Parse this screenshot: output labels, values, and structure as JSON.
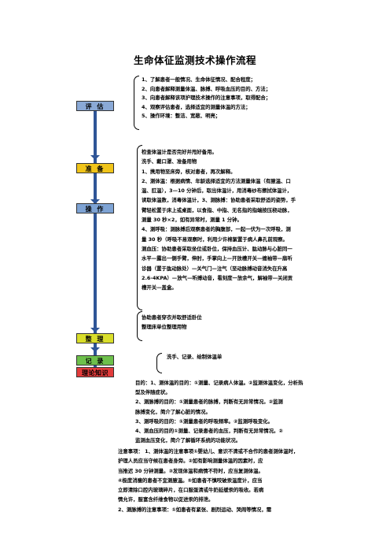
{
  "doc": {
    "title": "生命体征监测技术操作流程",
    "stages": {
      "assess": "评 估",
      "prepare": "准 备",
      "operate": "操 作",
      "organize": "整 理",
      "record": "记 录",
      "theory": "理论知识"
    },
    "colors": {
      "assess": "#8aa9d6",
      "prepare": "#f0c419",
      "operate": "#7ea3d4",
      "organize": "#d9de2a",
      "record": "#6dc04b",
      "theory": "#e23b3b",
      "flow": "#2f5597"
    },
    "assess_lines": [
      "1、了解患者一般情况、生命体征情况、配合程度；",
      "2、向患者解释测量体温、脉搏、呼吸血压的目的、方法；",
      "3、向患者解释该项护理技术操作的注意事项，取得配合；",
      "4、观察评估患者，选择适宜的测量体温的方法；",
      "5、操作环境：整洁、宽敞、明亮；"
    ],
    "operate_lines": [
      "检查体温计是否完好并甩好备用。",
      "  洗手、戴口罩、准备用物",
      "   1、携用物至床旁，核对患者，再次解释。",
      "   2、测体温：根据病情、年龄选择适宜的方法测量体温（有腋温、口",
      "   温、肛温），3—10 分钟后，取出体温计，用消毒纱布擦拭体温计，",
      "   读取体温数，消毒体温计，3、测脉搏：协助患者采取舒适的姿势，手",
      "   臂轻松置于床上或桌面，以食指、中指、无名指的指端按压桡动脉，",
      "   测量 30 秒×2，如有异常时，测量 1 分钟。",
      "      4、测呼吸：测脉搏后观察患者的胸腹部，一起一伏为一次呼吸，测",
      "         量 30 秒（呼吸不易观察时，利用少许棉絮置于病人鼻孔前观察。",
      "  测血压：协助患者采取坐位或卧位，保持血压计、肱动脉与心脏同一",
      "  水平—露出一侧手臂，伸肘，手掌向上—开放槽开关—缠袖带—扇听",
      "  诊器（置于肱动脉处）—关气门—注气（至动脉搏动音消失在升高",
      "  2.6-4KPA）—放气—听搏动音，看刻度一放余气，解袖带—关闭贡",
      "  槽开关—盖盒。"
    ],
    "organize_lines": [
      "  协助患者穿衣并取舒适卧位",
      "  整理床单位整理用物"
    ],
    "record_line": "洗手、记录、绘制体温单",
    "purpose_lines": [
      "目的：1、测体温的目的：①测量、记录病人体温。②监测体温变化，分析热",
      "         型及伴随症状。",
      "      2、测脉搏的目的：①测量患者的脉搏，判断有无异常情况。②监测",
      "            脉搏变化，简介了解心脏的情况。",
      "      3、测呼吸的目的：①测量患者的呼吸频率。②监测呼吸变化。",
      "      4、测血压的目的①测量、记录患者的血压，判断有无异常情况。②",
      "            监测血压变化，简介了解循环系统的功能状况。"
    ],
    "notes_lines": [
      "注意事项：  1、测体温的注意事项①婴幼儿、意识不清或不合作的患者测体温时，",
      "               护理人员应当守候在患者身旁。②如有影响测量体温的因素时，应",
      "               当推迟 30 分钟测量。③发现体温和病情不符时，应当复测体温。",
      "               ④极度消瘦的患者不宜测腋温。⑤如患者不慎咬破汞温度计，应当",
      "               立即清除口腔内玻璃碎片，在口服蛋清或牛奶延缓汞的吸收。若病",
      "               情允许，服富含纤维食物以促进汞的排泄。",
      "          2、测脉搏的注意事项：①如患者有紧张、剧烈运动、哭闹等情况，需"
    ]
  }
}
